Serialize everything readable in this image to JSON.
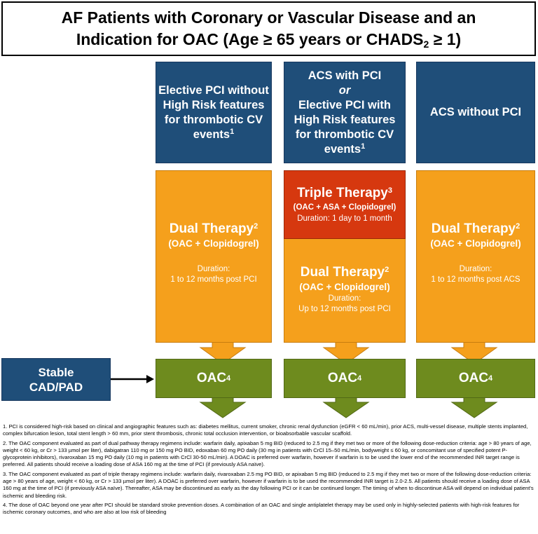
{
  "title": {
    "line1": "AF Patients with Coronary or Vascular Disease and an",
    "line2_pre": "Indication for OAC (Age ≥ 65 years or CHADS",
    "line2_sub": "2",
    "line2_post": " ≥ 1)"
  },
  "columns": {
    "left": {
      "header": [
        "Elective PCI without",
        "High Risk features",
        "for thrombotic CV"
      ],
      "header_last": "events",
      "header_sup": "1",
      "dual_title": "Dual Therapy",
      "dual_sup": "2",
      "dual_sub": "(OAC + Clopidogrel)",
      "duration_label": "Duration:",
      "duration_value": "1 to 12 months post PCI",
      "oac": "OAC",
      "oac_sup": "4"
    },
    "middle": {
      "header_line1": "ACS with PCI",
      "header_or": "or",
      "header": [
        "Elective PCI with",
        "High Risk features",
        "for thrombotic CV"
      ],
      "header_last": "events",
      "header_sup": "1",
      "triple_title": "Triple Therapy",
      "triple_sup": "3",
      "triple_sub": "(OAC + ASA + Clopidogrel)",
      "triple_duration": "Duration: 1 day to 1 month",
      "dual_title": "Dual Therapy",
      "dual_sup": "2",
      "dual_sub": "(OAC + Clopidogrel)",
      "duration_label": "Duration:",
      "duration_value": "Up to 12 months post PCI",
      "oac": "OAC",
      "oac_sup": "4"
    },
    "right": {
      "header": "ACS without PCI",
      "dual_title": "Dual Therapy",
      "dual_sup": "2",
      "dual_sub": "(OAC + Clopidogrel)",
      "duration_label": "Duration:",
      "duration_value": "1 to 12 months post ACS",
      "oac": "OAC",
      "oac_sup": "4"
    }
  },
  "stable": {
    "line1": "Stable",
    "line2": "CAD/PAD"
  },
  "footnotes": [
    "1. PCI is considered high-risk based on clinical and angiographic features such as: diabetes mellitus, current smoker, chronic renal dysfunction (eGFR < 60 mL/min), prior ACS, multi-vessel disease, multiple stents implanted, complex bifurcation lesion, total stent length > 60 mm, prior stent thrombosis, chronic total occlusion intervention, or bioabsorbable vascular scaffold.",
    "2. The OAC component evaluated as part of dual pathway therapy regimens include: warfarin daily, apixaban 5 mg BID (reduced to 2.5 mg if they met two or more of the following dose-reduction criteria: age > 80 years of age, weight < 60 kg, or Cr > 133 µmol per liter), dabigatran 110 mg or 150 mg PO BID, edoxaban 60 mg PO daily (30 mg in patients with CrCl 15–50 mL/min, bodyweight ≤ 60 kg, or concomitant use of specified potent P-glycoprotein inhibitors), rivaroxaban 15 mg PO daily (10 mg in patients with CrCl 30-50 mL/min). A DOAC is preferred over warfarin, however if warfarin is to be used the lower end of the recommended INR target range is preferred. All patients should receive a loading dose of ASA 160 mg at the time of PCI (if previously ASA naïve).",
    "3. The OAC component evaluated as part of triple therapy regimens include: warfarin daily, rivaroxaban 2.5 mg PO BID, or apixaban 5 mg BID (reduced to 2.5 mg if they met two or more of the following dose-reduction criteria: age > 80 years of age, weight < 60 kg, or Cr > 133 µmol per liter). A DOAC is preferred over warfarin, however if warfarin is to be used the recommended INR target is 2.0-2.5. All patients should receive a loading dose of ASA 160 mg at the time of PCI (if previously ASA naïve). Thereafter, ASA may be discontinued as early as the day following PCI or it can be continued longer. The timing of when to discontinue ASA will depend on individual patient's ischemic and bleeding risk.",
    "4. The dose of OAC beyond one year after PCI should be standard stroke prevention doses. A combination of an OAC and single antiplatelet therapy may be used only in highly-selected patients with high-risk features for ischemic coronary outcomes, and who are also at low risk of bleeding"
  ],
  "colors": {
    "navy": "#1f4e79",
    "orange": "#f5a01c",
    "red": "#d6380f",
    "green": "#6e8b1e"
  }
}
